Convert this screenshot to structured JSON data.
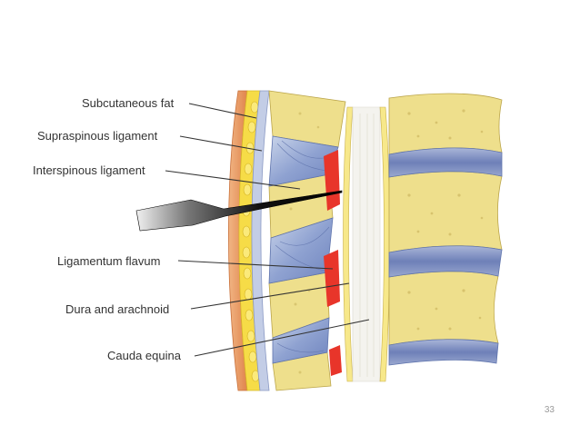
{
  "labels": {
    "subcutaneous_fat": "Subcutaneous fat",
    "supraspinous_ligament": "Supraspinous ligament",
    "interspinous_ligament": "Interspinous ligament",
    "ligamentum_flavum": "Ligamentum flavum",
    "dura_and_arachnoid": "Dura and arachnoid",
    "cauda_equina": "Cauda equina"
  },
  "page_number": "33",
  "colors": {
    "skin": "#e89a5e",
    "fat": "#f6dc47",
    "bone": "#eedf8c",
    "ligament": "#9fb1d6",
    "disc": "#7d8fbf",
    "epidural": "#e8352a",
    "leader_line": "#333333"
  }
}
